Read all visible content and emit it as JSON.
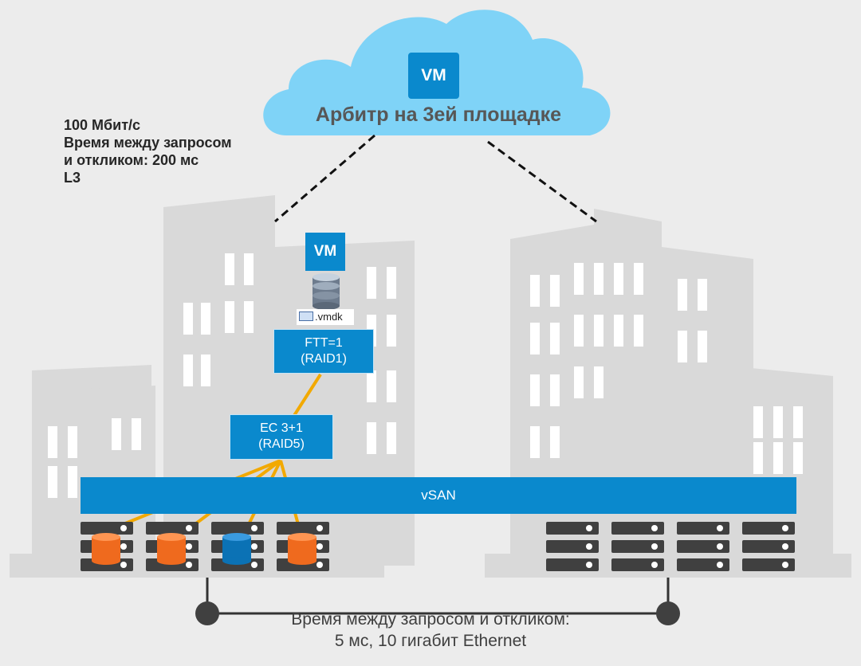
{
  "cloud": {
    "title": "Арбитр на 3ей площадке",
    "vm_label": "VM"
  },
  "witness_link": {
    "lines": [
      "100 Мбит/с",
      "Время между запросом",
      "и откликом: 200 мс",
      "L3"
    ]
  },
  "site_a": {
    "vm_label": "VM",
    "disk_label": ".vmdk",
    "policy_raid1": [
      "FTT=1",
      "(RAID1)"
    ],
    "policy_raid5": [
      "EC 3+1",
      "(RAID5)"
    ],
    "disk_colors": [
      "orange",
      "orange",
      "blue",
      "orange"
    ]
  },
  "vsan": {
    "label": "vSAN"
  },
  "inter_site_link": {
    "lines": [
      "Время между запросом и откликом:",
      "5 мс, 10 гигабит Ethernet"
    ]
  },
  "colors": {
    "background": "#ececec",
    "building": "#d9d9d9",
    "window": "#ffffff",
    "cloud_fill": "#7fd3f7",
    "vmware_blue": "#0a89cd",
    "link_orange": "#f2a900",
    "disk_orange": "#ef6a1e",
    "disk_blue": "#0b72b5",
    "server_dark": "#404040"
  }
}
